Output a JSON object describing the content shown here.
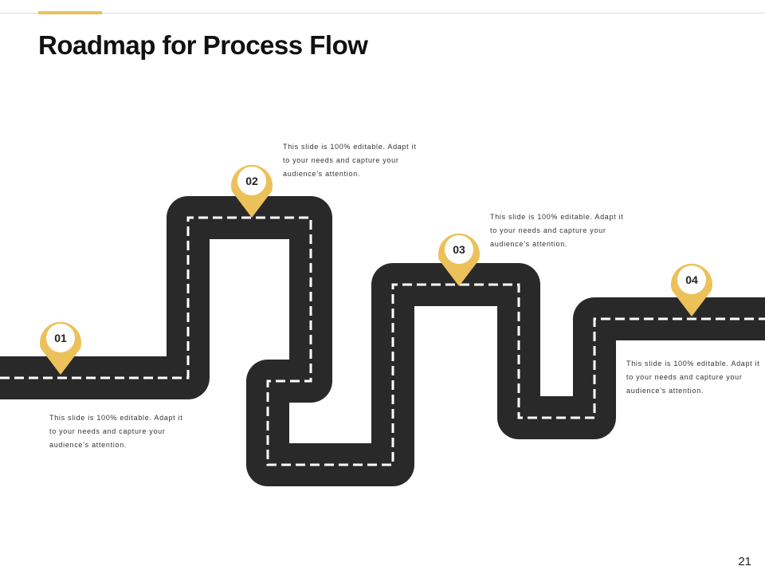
{
  "slide": {
    "title": "Roadmap for Process Flow",
    "page_number": "21",
    "accent_color": "#ecc15a",
    "road_color": "#2a2929"
  },
  "milestones": [
    {
      "number": "01",
      "text": "This slide is 100% editable. Adapt it to your needs and capture your audience’s attention."
    },
    {
      "number": "02",
      "text": "This slide is 100% editable. Adapt it to your needs and capture your audience’s attention."
    },
    {
      "number": "03",
      "text": "This slide is 100% editable. Adapt it to your needs and capture your audience’s attention."
    },
    {
      "number": "04",
      "text": "This slide is 100% editable. Adapt it to your needs and capture your audience’s attention."
    }
  ]
}
